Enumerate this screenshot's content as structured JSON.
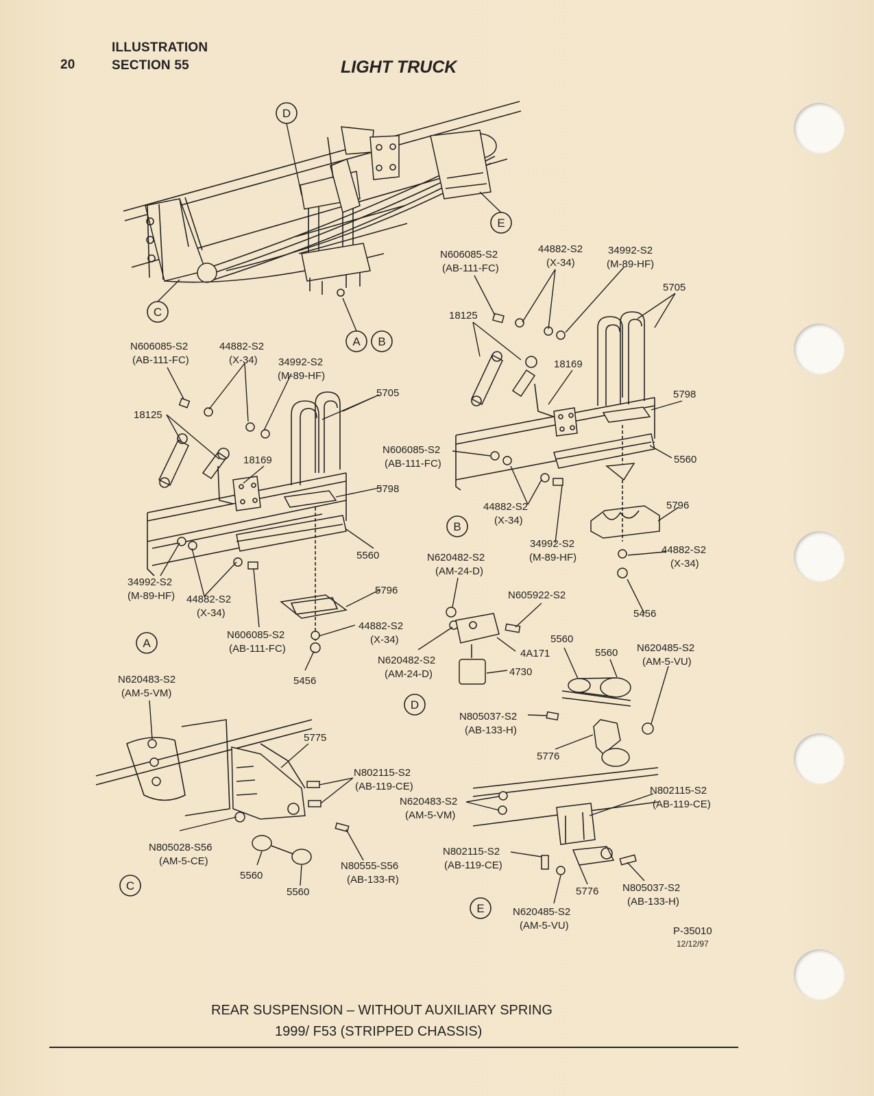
{
  "header": {
    "page_number": "20",
    "line1": "ILLUSTRATION",
    "line2": "SECTION 55",
    "title": "LIGHT TRUCK"
  },
  "view_markers": [
    "A",
    "B",
    "C",
    "D",
    "E"
  ],
  "callouts": [
    {
      "id": "c1",
      "text": "N606085-S2"
    },
    {
      "id": "c2",
      "text": "(AB-111-FC)"
    },
    {
      "id": "c3",
      "text": "44882-S2"
    },
    {
      "id": "c4",
      "text": "(X-34)"
    },
    {
      "id": "c5",
      "text": "34992-S2"
    },
    {
      "id": "c6",
      "text": "(M-89-HF)"
    },
    {
      "id": "c7",
      "text": "5705"
    },
    {
      "id": "c8",
      "text": "18125"
    },
    {
      "id": "c9",
      "text": "18169"
    },
    {
      "id": "c10",
      "text": "5798"
    },
    {
      "id": "c11",
      "text": "5560"
    },
    {
      "id": "c12",
      "text": "N606085-S2"
    },
    {
      "id": "c13",
      "text": "(AB-111-FC)"
    },
    {
      "id": "c14",
      "text": "44882-S2"
    },
    {
      "id": "c15",
      "text": "(X-34)"
    },
    {
      "id": "c16",
      "text": "5796"
    },
    {
      "id": "c17",
      "text": "34992-S2"
    },
    {
      "id": "c18",
      "text": "(M-89-HF)"
    },
    {
      "id": "c19",
      "text": "44882-S2"
    },
    {
      "id": "c20",
      "text": "(X-34)"
    },
    {
      "id": "c21",
      "text": "5456"
    },
    {
      "id": "a1",
      "text": "N606085-S2"
    },
    {
      "id": "a2",
      "text": "(AB-111-FC)"
    },
    {
      "id": "a3",
      "text": "44882-S2"
    },
    {
      "id": "a4",
      "text": "(X-34)"
    },
    {
      "id": "a5",
      "text": "34992-S2"
    },
    {
      "id": "a6",
      "text": "(M-89-HF)"
    },
    {
      "id": "a7",
      "text": "5705"
    },
    {
      "id": "a8",
      "text": "18125"
    },
    {
      "id": "a9",
      "text": "18169"
    },
    {
      "id": "a10",
      "text": "5798"
    },
    {
      "id": "a11",
      "text": "5560"
    },
    {
      "id": "a12",
      "text": "34992-S2"
    },
    {
      "id": "a13",
      "text": "(M-89-HF)"
    },
    {
      "id": "a14",
      "text": "44882-S2"
    },
    {
      "id": "a15",
      "text": "(X-34)"
    },
    {
      "id": "a16",
      "text": "5796"
    },
    {
      "id": "a17",
      "text": "N606085-S2"
    },
    {
      "id": "a18",
      "text": "(AB-111-FC)"
    },
    {
      "id": "a19",
      "text": "44882-S2"
    },
    {
      "id": "a20",
      "text": "(X-34)"
    },
    {
      "id": "a21",
      "text": "5456"
    },
    {
      "id": "d1",
      "text": "N620482-S2"
    },
    {
      "id": "d2",
      "text": "(AM-24-D)"
    },
    {
      "id": "d3",
      "text": "N605922-S2"
    },
    {
      "id": "d4",
      "text": "4A171"
    },
    {
      "id": "d5",
      "text": "N620482-S2"
    },
    {
      "id": "d6",
      "text": "(AM-24-D)"
    },
    {
      "id": "d7",
      "text": "4730"
    },
    {
      "id": "e1",
      "text": "5560"
    },
    {
      "id": "e2",
      "text": "5560"
    },
    {
      "id": "e3",
      "text": "N620485-S2"
    },
    {
      "id": "e4",
      "text": "(AM-5-VU)"
    },
    {
      "id": "e5",
      "text": "N805037-S2"
    },
    {
      "id": "e6",
      "text": "(AB-133-H)"
    },
    {
      "id": "e7",
      "text": "5776"
    },
    {
      "id": "e8",
      "text": "N802115-S2"
    },
    {
      "id": "e9",
      "text": "(AB-119-CE)"
    },
    {
      "id": "e10",
      "text": "N620483-S2"
    },
    {
      "id": "e11",
      "text": "(AM-5-VM)"
    },
    {
      "id": "e12",
      "text": "N802115-S2"
    },
    {
      "id": "e13",
      "text": "(AB-119-CE)"
    },
    {
      "id": "e14",
      "text": "5776"
    },
    {
      "id": "e15",
      "text": "N805037-S2"
    },
    {
      "id": "e16",
      "text": "(AB-133-H)"
    },
    {
      "id": "e17",
      "text": "N620485-S2"
    },
    {
      "id": "e18",
      "text": "(AM-5-VU)"
    },
    {
      "id": "f1",
      "text": "N620483-S2"
    },
    {
      "id": "f2",
      "text": "(AM-5-VM)"
    },
    {
      "id": "f3",
      "text": "5775"
    },
    {
      "id": "f4",
      "text": "N802115-S2"
    },
    {
      "id": "f5",
      "text": "(AB-119-CE)"
    },
    {
      "id": "f6",
      "text": "N805028-S56"
    },
    {
      "id": "f7",
      "text": "(AM-5-CE)"
    },
    {
      "id": "f8",
      "text": "5560"
    },
    {
      "id": "f9",
      "text": "5560"
    },
    {
      "id": "f10",
      "text": "N80555-S56"
    },
    {
      "id": "f11",
      "text": "(AB-133-R)"
    }
  ],
  "footer": {
    "drawing_number": "P-35010",
    "drawing_date": "12/12/97",
    "caption_line1": "REAR SUSPENSION – WITHOUT AUXILIARY SPRING",
    "caption_line2": "1999/ F53 (STRIPPED CHASSIS)"
  }
}
